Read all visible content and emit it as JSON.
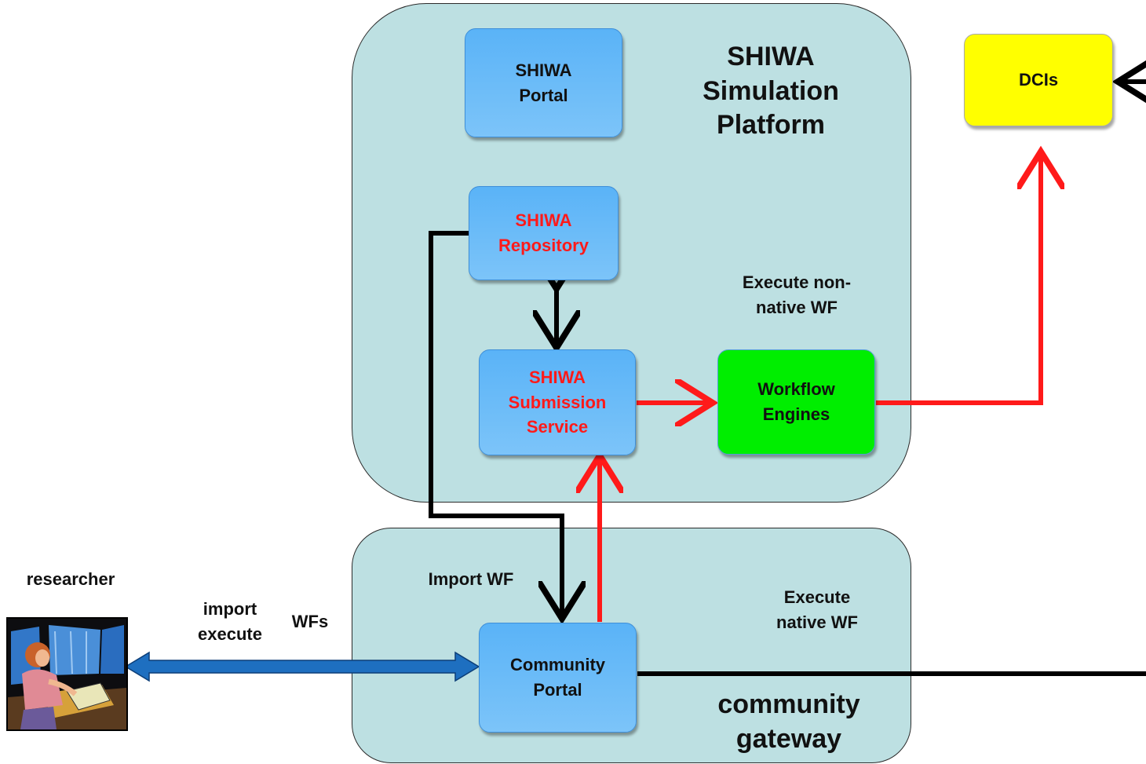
{
  "platform": {
    "title": "SHIWA\nSimulation\nPlatform"
  },
  "gateway": {
    "title": "community\ngateway"
  },
  "boxes": {
    "shiwa_portal": "SHIWA\nPortal",
    "repository": "SHIWA\nRepository",
    "submission": "SHIWA\nSubmission\nService",
    "workflow_engines": "Workflow\nEngines",
    "dcis": "DCIs",
    "community_portal": "Community\nPortal"
  },
  "labels": {
    "execute_non_native": "Execute non-\nnative WF",
    "import_wf": "Import WF",
    "execute_native": "Execute\nnative WF",
    "researcher": "researcher",
    "import_execute": "import\nexecute",
    "wfs": "WFs"
  },
  "colors": {
    "container": "#bde0e2",
    "box_blue": "#6dbdf8",
    "repo_text": "#ff1a1a",
    "dcis": "#ffff00",
    "engines": "#00ee00",
    "red_arrow": "#ff1a1a",
    "black_arrow": "#000000",
    "blue_arrow": "#1e6fc0"
  },
  "icons": {
    "researcher": "researcher-clipart-icon"
  }
}
